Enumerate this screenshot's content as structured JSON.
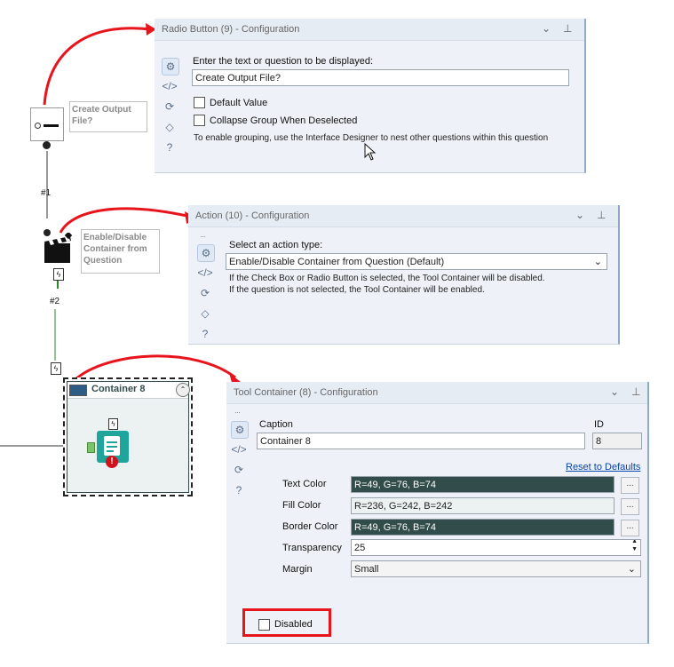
{
  "canvas": {
    "radio_tool_label": "Create Output File?",
    "connection1": "#1",
    "action_tool_label": "Enable/Disable Container from Question",
    "connection2": "#2",
    "container_title": "Container 8"
  },
  "radio_panel": {
    "title": "Radio Button (9) - Configuration",
    "prompt_label": "Enter the text or question to be displayed:",
    "prompt_value": "Create Output File?",
    "default_value_label": "Default Value",
    "collapse_label": "Collapse Group When Deselected",
    "note": "To enable grouping, use the Interface Designer to nest other questions within this question"
  },
  "action_panel": {
    "title": "Action (10) - Configuration",
    "select_label": "Select an action type:",
    "select_value": "Enable/Disable Container from Question (Default)",
    "note_line1": "If the Check Box or Radio Button is selected, the Tool Container will be disabled.",
    "note_line2": "If the question is not selected, the Tool Container will be enabled."
  },
  "container_panel": {
    "title": "Tool Container (8) - Configuration",
    "caption_label": "Caption",
    "caption_value": "Container 8",
    "id_label": "ID",
    "id_value": "8",
    "reset_link": "Reset to Defaults",
    "text_color_label": "Text Color",
    "text_color_value": "R=49, G=76, B=74",
    "fill_color_label": "Fill Color",
    "fill_color_value": "R=236, G=242, B=242",
    "border_color_label": "Border Color",
    "border_color_value": "R=49, G=76, B=74",
    "transparency_label": "Transparency",
    "transparency_value": "25",
    "margin_label": "Margin",
    "margin_value": "Small",
    "disabled_label": "Disabled",
    "ellipsis": "..."
  },
  "colors": {
    "arrow_red": "#e8141b",
    "dark_teal": "#314c4a",
    "fill_teal": "#ecf2f2",
    "link_blue": "#0645ad"
  }
}
